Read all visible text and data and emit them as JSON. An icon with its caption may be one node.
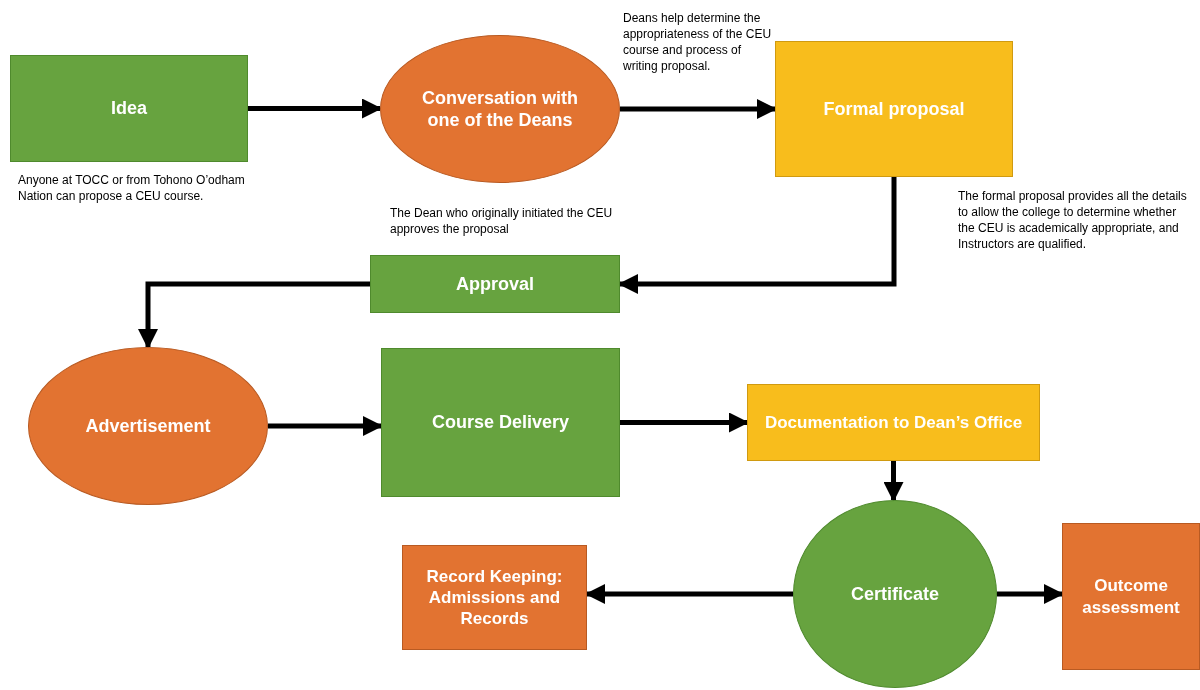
{
  "diagram": {
    "nodes": [
      {
        "text": [
          "Idea"
        ],
        "beside": [
          "Anyone at TOCC or from Tohono O’odham Nation can propose a CEU course."
        ]
      },
      {
        "text": [
          "Conversation with one of the Deans"
        ]
      },
      {
        "text": [
          "Formal proposal"
        ],
        "beside": [
          "The formal proposal provides all the details to allow the college to determine whether the CEU is academically appropriate, and Instructors are qualified."
        ]
      },
      {
        "text": [
          "Approval"
        ],
        "beside": [
          "The Dean who originally initiated the CEU approves the proposal"
        ]
      },
      {
        "text": [
          "Advertisement"
        ]
      },
      {
        "text": [
          "Course Delivery"
        ]
      },
      {
        "text": [
          "Documentation to Dean’s Office"
        ]
      },
      {
        "text": [
          "Certificate"
        ]
      },
      {
        "text": [
          "Record Keeping: Admissions and Records"
        ]
      },
      {
        "text": [
          "Outcome assessment"
        ]
      }
    ],
    "edges": [
      {
        "from": 0,
        "to": 1,
        "arrow": "to"
      },
      {
        "from": 1,
        "to": 2,
        "arrow": "to"
      },
      {
        "from": 2,
        "to": 3,
        "arrow": "to"
      },
      {
        "from": 3,
        "to": 4,
        "arrow": "to"
      },
      {
        "from": 4,
        "to": 5,
        "arrow": "to"
      },
      {
        "from": 5,
        "to": 6,
        "arrow": "to"
      },
      {
        "from": 6,
        "to": 7,
        "arrow": "to"
      },
      {
        "from": 7,
        "to": 8,
        "arrow": "to"
      },
      {
        "from": 7,
        "to": 9,
        "arrow": "to"
      }
    ],
    "labels": [
      "Deans help determine the appropriateness of the CEU course and process of writing proposal."
    ]
  }
}
